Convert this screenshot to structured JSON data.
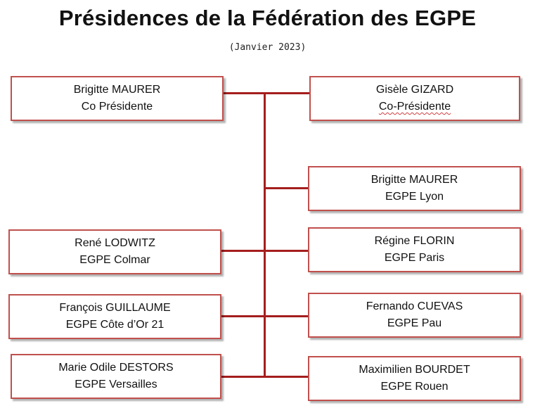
{
  "title": "Présidences de la Fédération des EGPE",
  "subtitle": "(Janvier 2023)",
  "boxes": [
    {
      "id": "co-pres-left",
      "name": "Brigitte MAURER",
      "role": "Co Présidente"
    },
    {
      "id": "co-pres-right",
      "name": "Gisèle GIZARD",
      "role": "Co-Présidente"
    },
    {
      "id": "lyon",
      "name": "Brigitte MAURER",
      "role": "EGPE Lyon"
    },
    {
      "id": "colmar",
      "name": "René LODWITZ",
      "role": "EGPE Colmar"
    },
    {
      "id": "paris",
      "name": "Régine FLORIN",
      "role": "EGPE Paris"
    },
    {
      "id": "cote-dor",
      "name": "François GUILLAUME",
      "role": "EGPE Côte d’Or 21"
    },
    {
      "id": "pau",
      "name": "Fernando CUEVAS",
      "role": "EGPE Pau"
    },
    {
      "id": "versailles",
      "name": "Marie Odile DESTORS",
      "role": "EGPE Versailles"
    },
    {
      "id": "rouen",
      "name": "Maximilien BOURDET",
      "role": "EGPE Rouen"
    }
  ]
}
